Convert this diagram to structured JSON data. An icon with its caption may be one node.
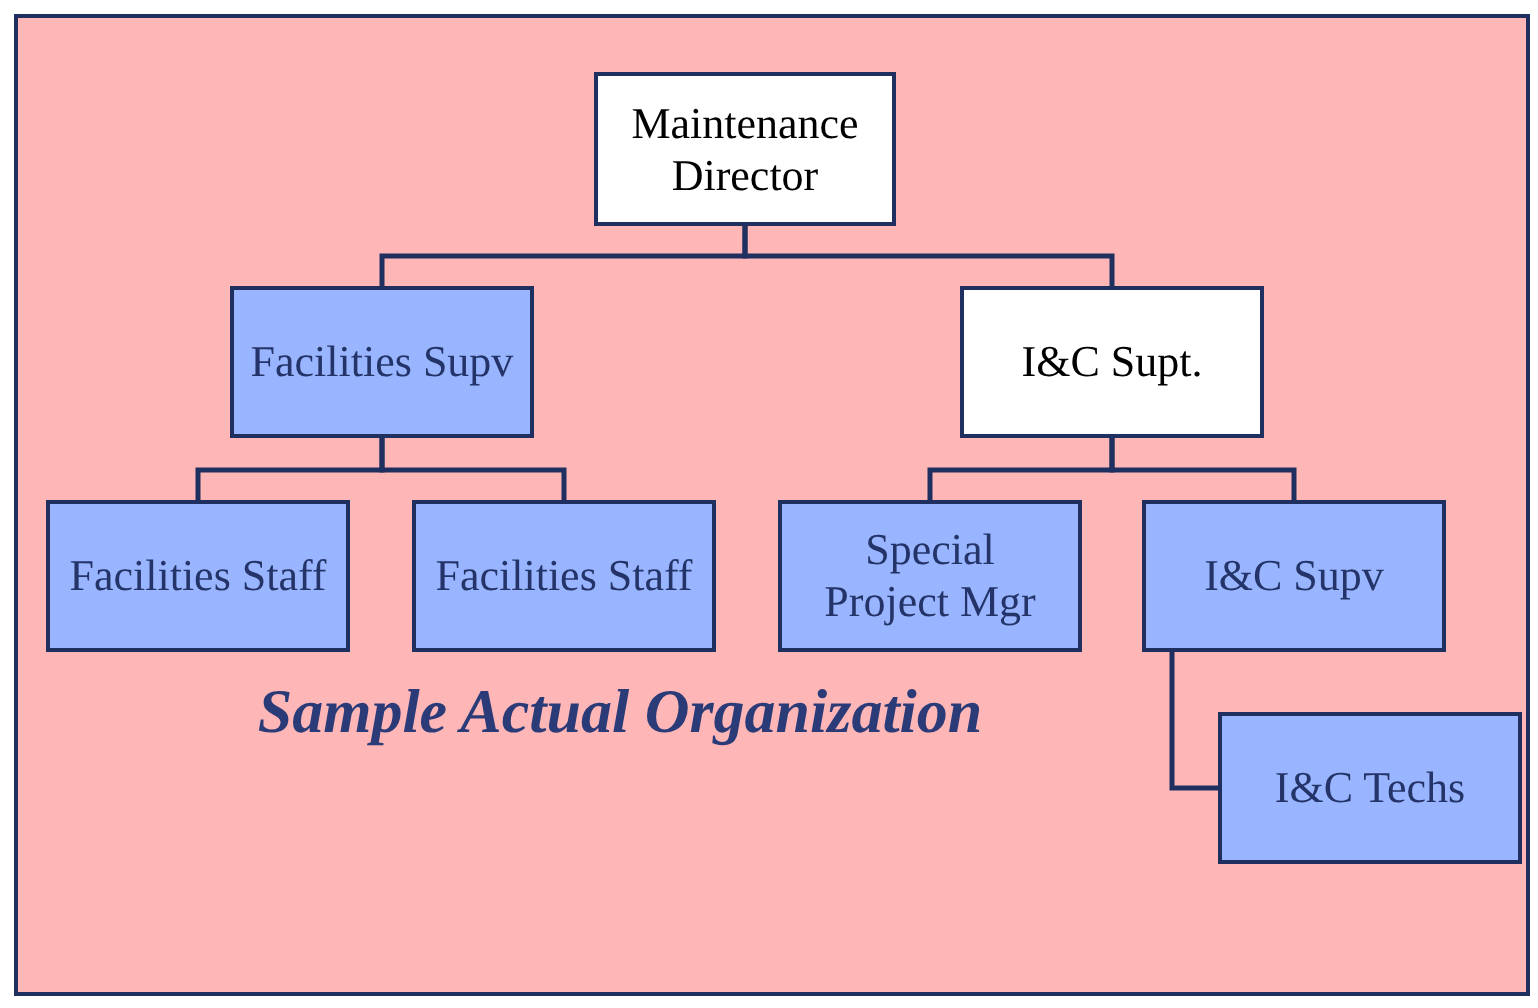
{
  "diagram": {
    "title": "Sample Actual Organization",
    "nodes": [
      {
        "text": [
          "Maintenance Director"
        ]
      },
      {
        "text": [
          "Facilities Supv"
        ]
      },
      {
        "text": [
          "I&C Supt."
        ]
      },
      {
        "text": [
          "Facilities Staff"
        ]
      },
      {
        "text": [
          "Facilities Staff"
        ]
      },
      {
        "text": [
          "Special Project Mgr"
        ]
      },
      {
        "text": [
          "I&C Supv"
        ]
      },
      {
        "text": [
          "I&C Techs"
        ]
      }
    ],
    "edges": [
      {
        "from": 0,
        "to": 1,
        "arrow": "none"
      },
      {
        "from": 0,
        "to": 2,
        "arrow": "none"
      },
      {
        "from": 1,
        "to": 3,
        "arrow": "none"
      },
      {
        "from": 1,
        "to": 4,
        "arrow": "none"
      },
      {
        "from": 2,
        "to": 5,
        "arrow": "none"
      },
      {
        "from": 2,
        "to": 6,
        "arrow": "none"
      },
      {
        "from": 6,
        "to": 7,
        "arrow": "none"
      }
    ]
  }
}
